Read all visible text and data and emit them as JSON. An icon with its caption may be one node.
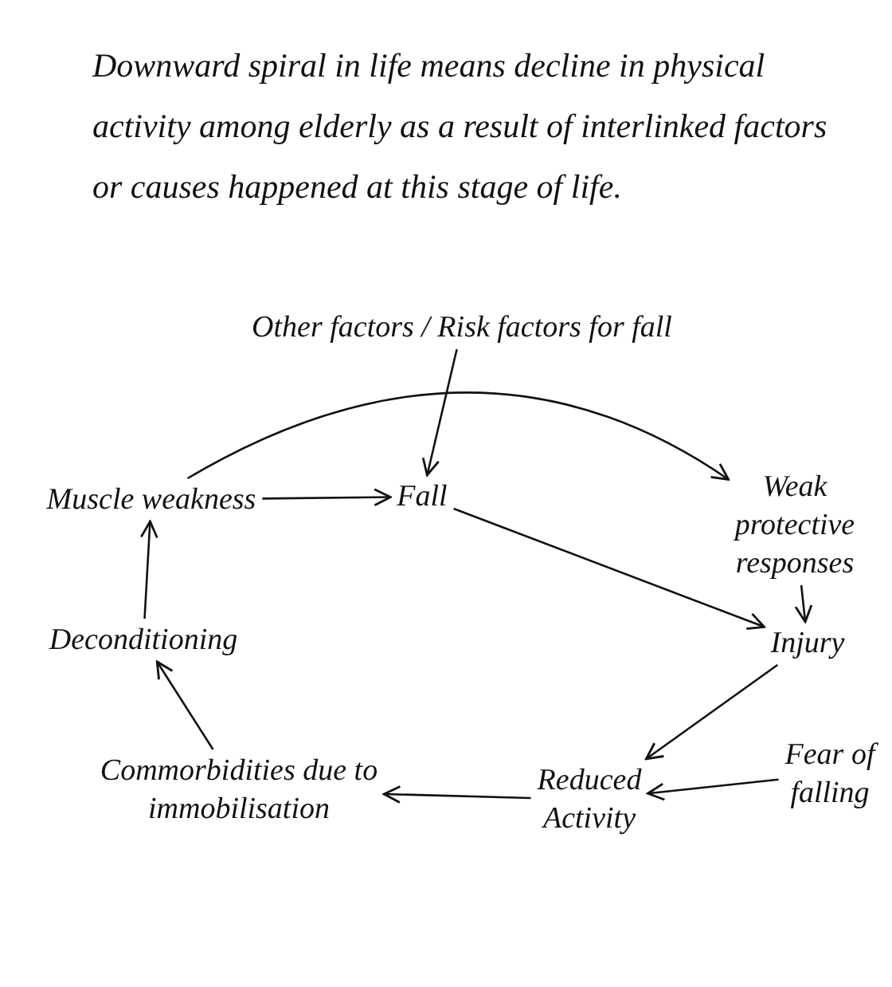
{
  "diagram": {
    "title": "Downward spiral in life means decline in physical activity among elderly as a result of interlinked factors or causes happened at this stage of life.",
    "nodes": [
      {
        "text": [
          "Other factors / Risk factors for fall"
        ]
      },
      {
        "text": [
          "Muscle weakness"
        ]
      },
      {
        "text": [
          "Fall"
        ]
      },
      {
        "text": [
          "Weak protective responses"
        ]
      },
      {
        "text": [
          "Injury"
        ]
      },
      {
        "text": [
          "Fear of falling"
        ]
      },
      {
        "text": [
          "Reduced Activity"
        ]
      },
      {
        "text": [
          "Commorbidities due to immobilisation"
        ]
      },
      {
        "text": [
          "Deconditioning"
        ]
      }
    ],
    "edges": [
      {
        "from": 0,
        "to": 2,
        "arrow": "to"
      },
      {
        "from": 1,
        "to": 2,
        "arrow": "to"
      },
      {
        "from": 1,
        "to": 3,
        "arrow": "to"
      },
      {
        "from": 2,
        "to": 4,
        "arrow": "to"
      },
      {
        "from": 3,
        "to": 4,
        "arrow": "to"
      },
      {
        "from": 4,
        "to": 6,
        "arrow": "to"
      },
      {
        "from": 5,
        "to": 6,
        "arrow": "to"
      },
      {
        "from": 6,
        "to": 7,
        "arrow": "to"
      },
      {
        "from": 7,
        "to": 8,
        "arrow": "to"
      },
      {
        "from": 8,
        "to": 1,
        "arrow": "to"
      }
    ]
  }
}
